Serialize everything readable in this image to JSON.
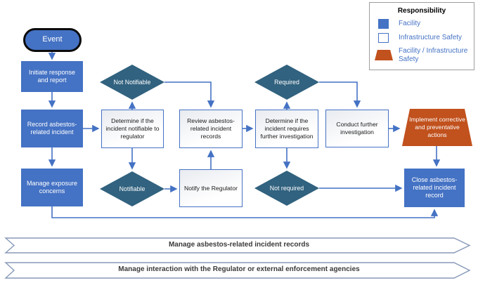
{
  "nodes": {
    "event": "Event",
    "initiate_response": "Initiate response and report",
    "record_incident": "Record asbestos-related incident",
    "manage_exposure": "Manage exposure concerns",
    "not_notifiable": "Not Notifiable",
    "determine_notifiable": "Determine if the incident notifiable to regulator",
    "notifiable": "Notifiable",
    "review_records": "Review asbestos-related incident records",
    "notify_regulator": "Notify the Regulator",
    "required": "Required",
    "determine_investigation": "Determine if the incident requires further investigation",
    "not_required": "Not required",
    "conduct_investigation": "Conduct further investigation",
    "implement_actions": "Implement corrective and preventative actions",
    "close_record": "Close asbestos-related incident record"
  },
  "legend": {
    "title": "Responsibility",
    "items": [
      {
        "label": "Facility",
        "swatch": "facility-swatch"
      },
      {
        "label": "Infrastructure Safety",
        "swatch": "infrastructure-safety-swatch"
      },
      {
        "label": "Facility / Infrastructure Safety",
        "swatch": "facility-infrastructure-swatch"
      }
    ]
  },
  "bands": [
    "Manage asbestos-related incident records",
    "Manage interaction with the Regulator or external enforcement agencies"
  ],
  "colors": {
    "facility_fill": "#4472C4",
    "decision_fill": "#31627F",
    "facility_infrastructure_fill": "#C1511D",
    "connector": "#4472C4",
    "band_outline": "#8799B8",
    "legend_border": "#9E9E9E"
  }
}
